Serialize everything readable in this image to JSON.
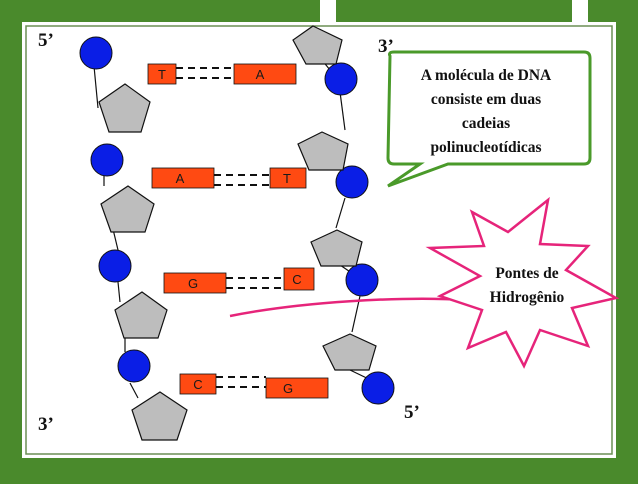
{
  "slide": {
    "end_labels": {
      "left_top": "5’",
      "right_top": "3’",
      "left_bottom": "3’",
      "right_bottom": "5’"
    },
    "base_pairs": [
      {
        "left": "T",
        "right": "A"
      },
      {
        "left": "A",
        "right": "T"
      },
      {
        "left": "G",
        "right": "C"
      },
      {
        "left": "C",
        "right": "G"
      }
    ],
    "callout": {
      "lines": [
        "A molécula de DNA",
        "consiste em duas",
        "cadeias",
        "polinucleotídicas"
      ]
    },
    "starburst": {
      "lines": [
        "Pontes de",
        "Hidrogênio"
      ]
    },
    "colors": {
      "background": "#4a8a2c",
      "slide": "#ffffff",
      "phosphate": "#0a1ee6",
      "sugar": "#bdbdbd",
      "base": "#ff4a12",
      "connector": "#e6247a"
    }
  }
}
